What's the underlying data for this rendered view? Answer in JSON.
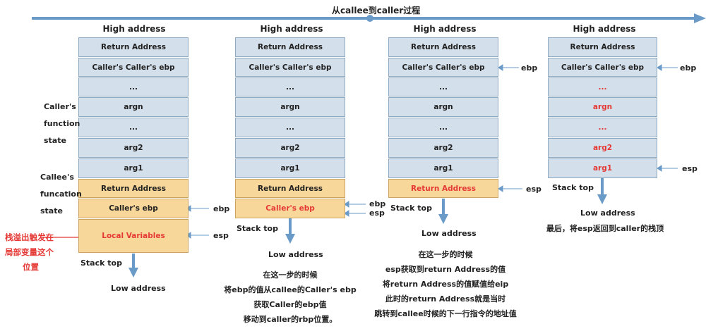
{
  "timeline_label": "从callee到caller过程",
  "col1": {
    "high": "High address",
    "cells": [
      "Return Address",
      "Caller's Caller's ebp",
      "...",
      "argn",
      "...",
      "arg2",
      "arg1",
      "Return Address",
      "Caller's ebp",
      "Local Variables"
    ],
    "caller_state": [
      "Caller's",
      "function",
      "state"
    ],
    "callee_state": [
      "Callee's",
      "funcation",
      "state"
    ],
    "ebp": "ebp",
    "esp": "esp",
    "overflow_note": [
      "栈溢出触发在",
      "局部变量这个",
      "位置"
    ],
    "stack_top": "Stack top",
    "low": "Low address"
  },
  "col2": {
    "high": "High address",
    "cells": [
      "Return Address",
      "Caller's Caller's ebp",
      "...",
      "argn",
      "...",
      "arg2",
      "arg1",
      "Return Address",
      "Caller's ebp"
    ],
    "ebp": "ebp",
    "esp": "esp",
    "stack_top": "Stack top",
    "low": "Low address",
    "desc": [
      "在这一步的时候",
      "将ebp的值从callee的Caller's ebp",
      "获取Caller的ebp值",
      "移动到caller的rbp位置。"
    ]
  },
  "col3": {
    "high": "High address",
    "cells": [
      "Return Address",
      "Caller's Caller's ebp",
      "...",
      "argn",
      "...",
      "arg2",
      "arg1",
      "Return Address"
    ],
    "ebp": "ebp",
    "esp": "esp",
    "stack_top": "Stack top",
    "low": "Low address",
    "desc": [
      "在这一步的时候",
      "esp获取到return Address的值",
      "将return Address的值赋值给eip",
      "此时的return Address就是当时",
      "跳转到callee时候的下一行指令的地址值"
    ]
  },
  "col4": {
    "high": "High address",
    "cells": [
      "Return Address",
      "Caller's Caller's ebp",
      "...",
      "argn",
      "...",
      "arg2",
      "arg1"
    ],
    "ebp": "ebp",
    "esp": "esp",
    "stack_top": "Stack top",
    "low": "Low address",
    "desc": [
      "最后，将esp返回到caller的栈顶"
    ]
  },
  "colors": {
    "accent": "#6a9ac7",
    "cell_blue": "#d3dfea",
    "cell_orange": "#f8d79a",
    "highlight_red": "#e53935"
  }
}
